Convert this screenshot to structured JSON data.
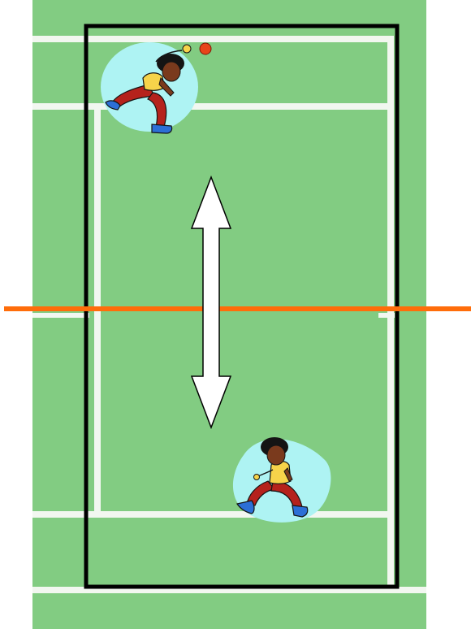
{
  "diagram": {
    "type": "badminton-court-movement",
    "colors": {
      "court_green": "#82cc82",
      "court_lines": "#f2f7f0",
      "highlight_box": "#000000",
      "net": "#ff6d0a",
      "player_halo": "#aef3f3",
      "player_skin": "#7a3a1d",
      "player_hair": "#141414",
      "player_shirt": "#f6d34a",
      "player_pants": "#b5221c",
      "player_shoes": "#2c6fd6",
      "shuttle": "#e8441a",
      "arrow_fill": "#ffffff",
      "arrow_stroke": "#000000"
    },
    "elements": {
      "net": "net-line",
      "highlight": "singles-half-court-box",
      "arrow": "double-headed-movement-arrow",
      "players": [
        "player-front",
        "player-back"
      ],
      "shuttle": "shuttlecock"
    }
  }
}
